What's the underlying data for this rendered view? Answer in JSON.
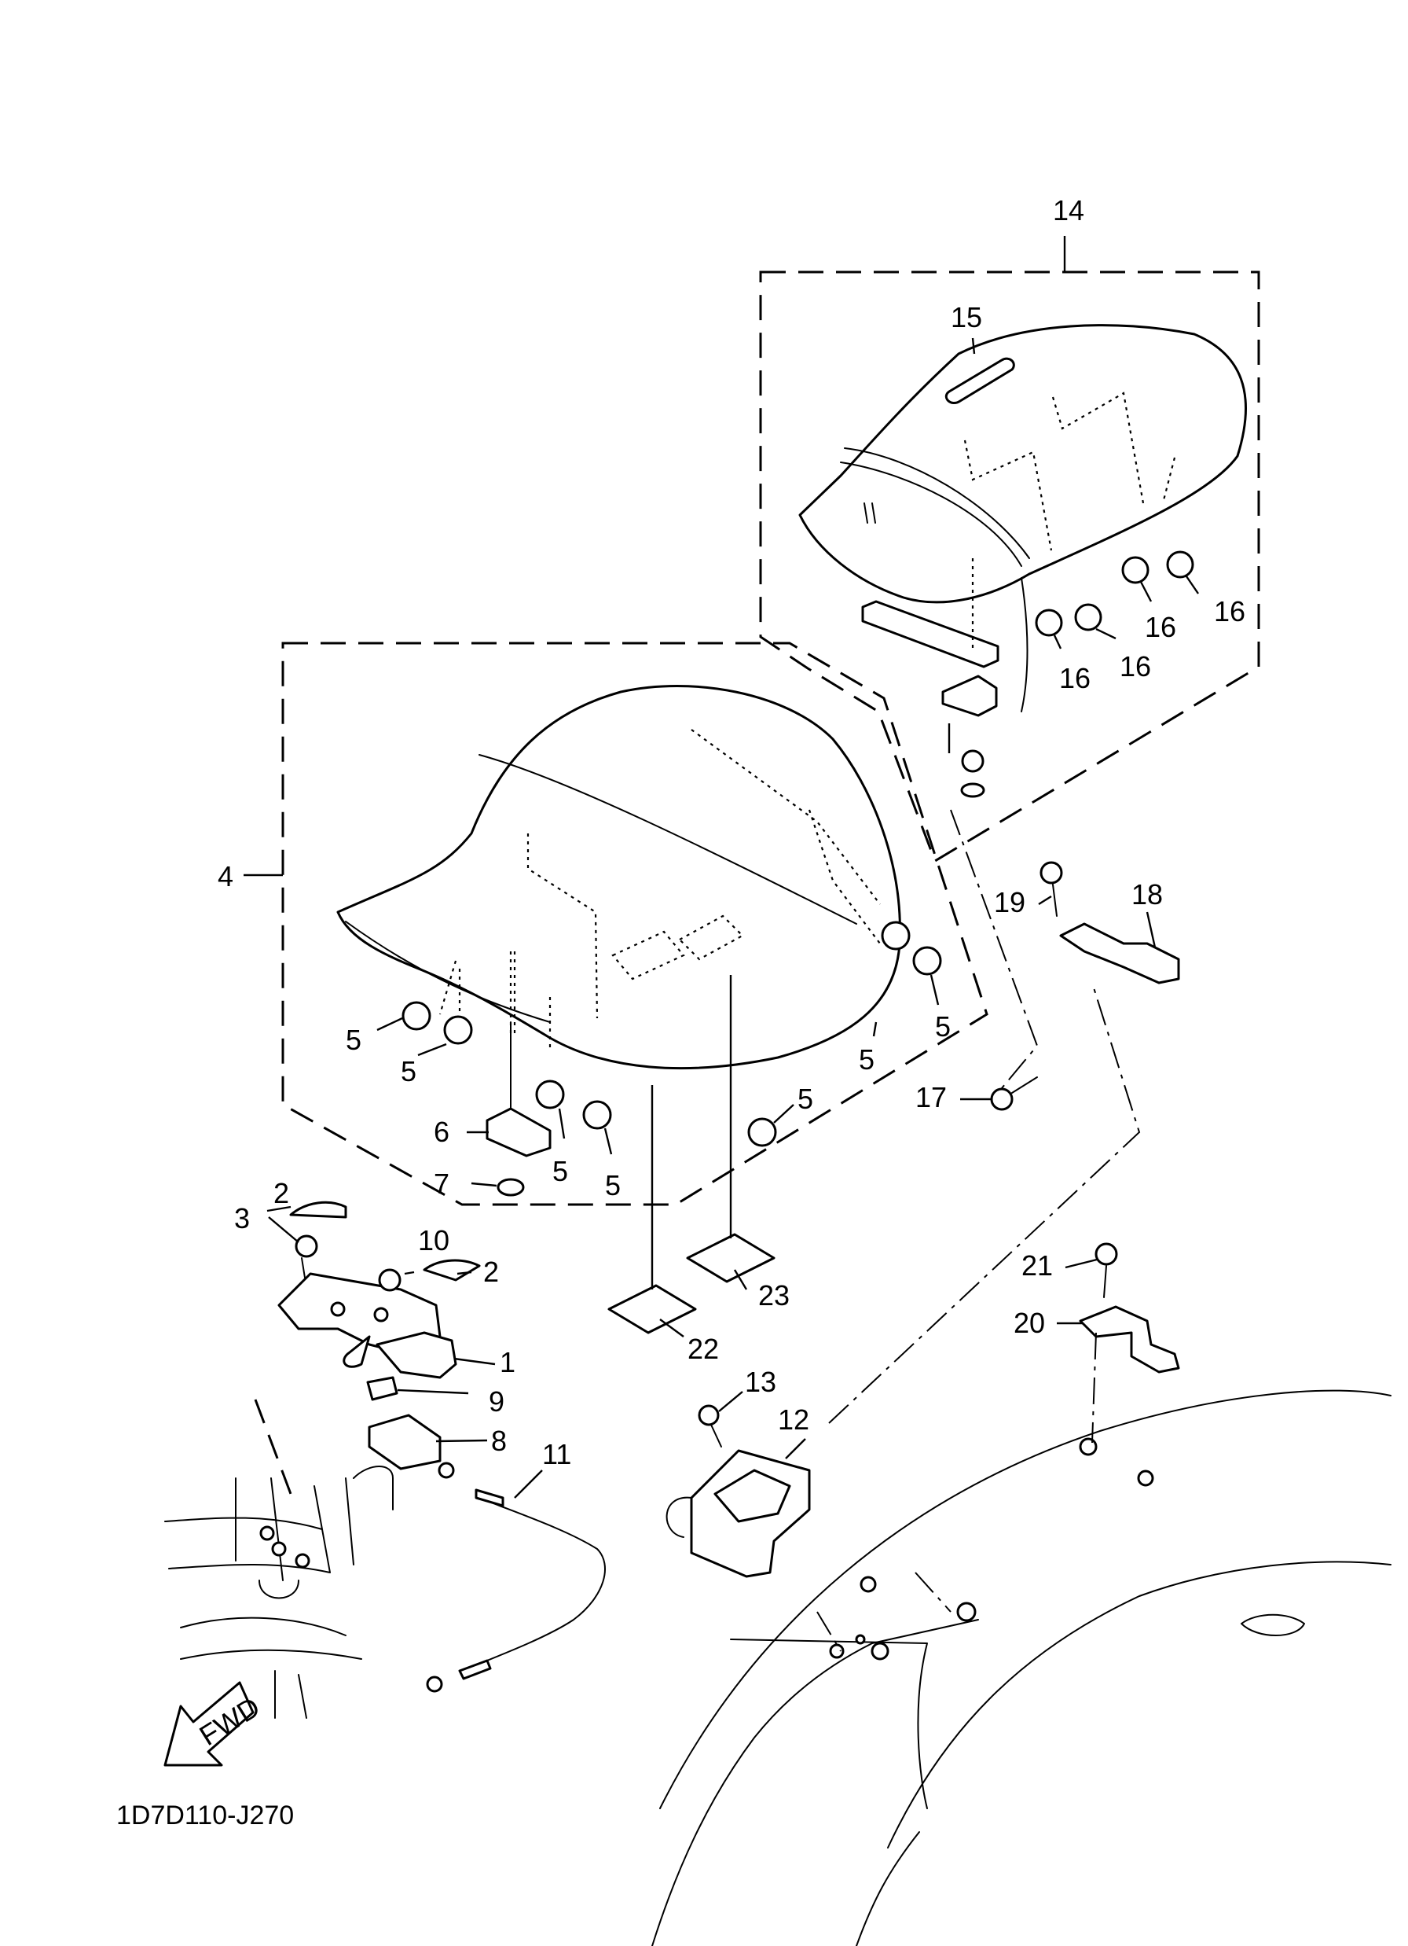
{
  "diagram_code": "1D7D110-J270",
  "fwd_label": "FWD",
  "labels": {
    "p1": "1",
    "p2a": "2",
    "p2b": "2",
    "p3": "3",
    "p4": "4",
    "p5a": "5",
    "p5b": "5",
    "p5c": "5",
    "p5d": "5",
    "p5e": "5",
    "p5f": "5",
    "p5g": "5",
    "p6": "6",
    "p7": "7",
    "p8": "8",
    "p9": "9",
    "p10": "10",
    "p11": "11",
    "p12": "12",
    "p13": "13",
    "p14": "14",
    "p15": "15",
    "p16a": "16",
    "p16b": "16",
    "p16c": "16",
    "p16d": "16",
    "p17": "17",
    "p18": "18",
    "p19": "19",
    "p20": "20",
    "p21": "21",
    "p22": "22",
    "p23": "23"
  },
  "icons": [
    "fwd-arrow-icon"
  ]
}
